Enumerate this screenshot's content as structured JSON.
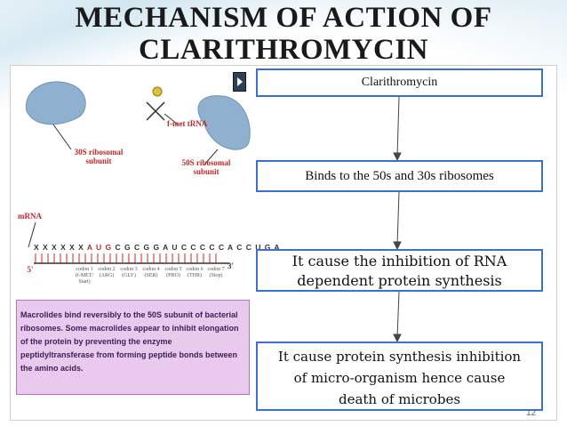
{
  "slide": {
    "title_line1": "MECHANISM OF ACTION OF",
    "title_line2": "CLARITHROMYCIN",
    "page_number": "12"
  },
  "figure": {
    "label_30s": "30S ribosomal subunit",
    "label_30s_l1": "30S ribosomal",
    "label_30s_l2": "subunit",
    "label_50s_l1": "50S ribosomal",
    "label_50s_l2": "subunit",
    "label_trna": "f-met tRNA",
    "label_mrna": "mRNA",
    "seq_prefix": "X X X X X X ",
    "seq_aug": "A U G",
    "seq_rest": " C G C G G A  U C C C C C  A C C  U G A",
    "label_5prime": "5'",
    "label_3prime": "3'",
    "codons": [
      "codon 1 (f-MET/ Start)",
      "codon 2 (ARG)",
      "codon 3 (GLY)",
      "codon 4 (SER)",
      "codon 5 (PRO)",
      "codon 6 (THR)",
      "codon 7 (Stop)"
    ],
    "caption": "Macrolides bind reversibly to the 50S subunit of bacterial ribosomes. Some macrolides appear to inhibit elongation of the protein by preventing the enzyme peptidyltransferase from forming peptide bonds between the amino acids."
  },
  "flow": {
    "step1": "Clarithromycin",
    "step2": "Binds to the 50s  and 30s ribosomes",
    "step3_l1": "It cause the inhibition of RNA",
    "step3_l2": "dependent protein synthesis",
    "step4_l1": "It cause protein synthesis inhibition",
    "step4_l2": "of micro-organism hence cause",
    "step4_l3": "death of microbes"
  },
  "colors": {
    "box_border": "#3b6fd0",
    "ribosome_blue": "#8fb1cf",
    "accent_red": "#c0282a",
    "caption_bg": "#e9c9ee"
  }
}
